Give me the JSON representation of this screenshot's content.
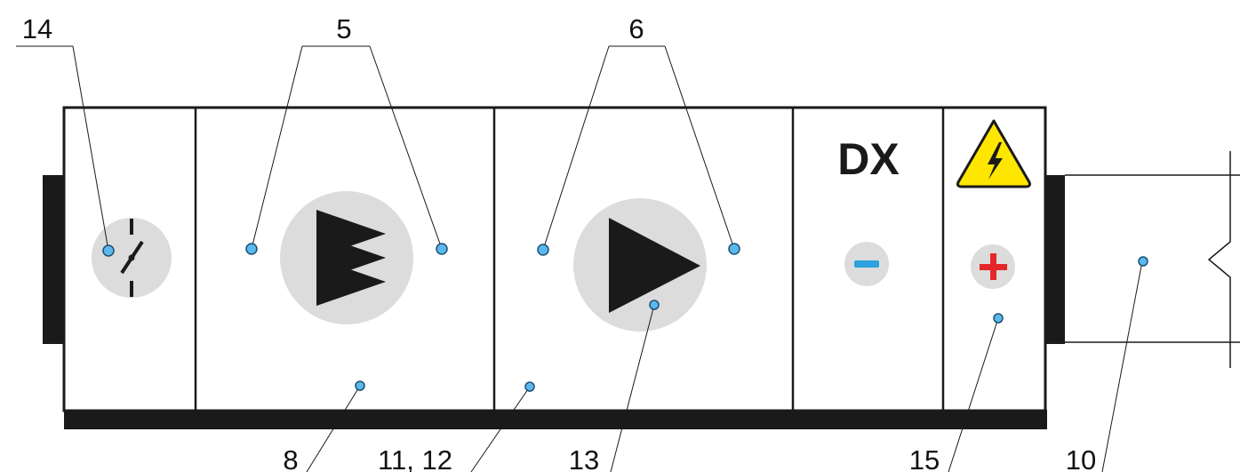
{
  "labels": {
    "l14": "14",
    "l5": "5",
    "l6": "6",
    "l8": "8",
    "l11_12": "11, 12",
    "l13": "13",
    "l15": "15",
    "l10": "10"
  },
  "heater_cooler": {
    "dx_label": "DX"
  },
  "icons": {
    "damper": "damper-icon",
    "filter": "filter-icon",
    "fan": "fan-play-icon",
    "cooling": "minus-icon",
    "heating": "plus-icon",
    "warning": "high-voltage-warning-icon"
  },
  "colors": {
    "marker_fill": "#5bb8ec",
    "marker_stroke": "#1d4f73",
    "icon_circle": "#dcdcdc",
    "minus_blue": "#2aa2dc",
    "plus_red": "#e3262a",
    "warning_yellow": "#ffe600",
    "frame_dark": "#1a1a1a"
  }
}
